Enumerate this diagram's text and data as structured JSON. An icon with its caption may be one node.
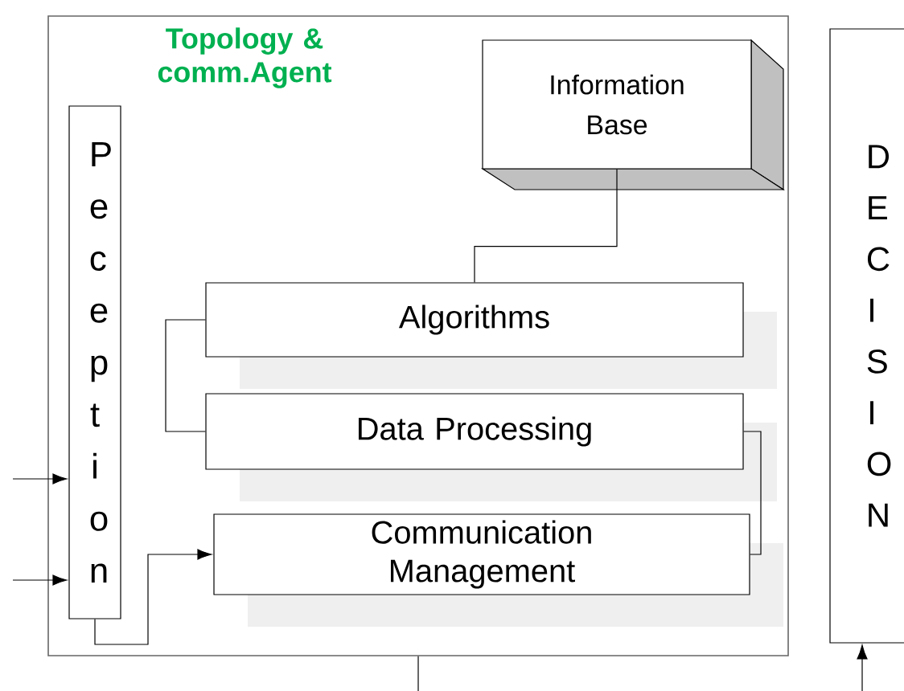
{
  "diagram": {
    "nodes": [
      {
        "text": [
          "Topology & comm.Agent"
        ]
      },
      {
        "text": [
          "Peception"
        ],
        "in": 0
      },
      {
        "text": [
          "Information Base"
        ],
        "in": 0
      },
      {
        "text": [
          "Algorithms"
        ],
        "in": 0
      },
      {
        "text": [
          "Data Processing"
        ],
        "in": 0
      },
      {
        "text": [
          "Communication Management"
        ],
        "in": 0
      },
      {
        "text": [
          "DECISION"
        ]
      }
    ],
    "edges": [
      {
        "from": null,
        "to": 1,
        "arrow": "to"
      },
      {
        "from": null,
        "to": 1,
        "arrow": "to"
      },
      {
        "from": 1,
        "to": 5,
        "arrow": "to"
      },
      {
        "from": 2,
        "to": 3,
        "arrow": "none"
      },
      {
        "from": 3,
        "to": 4,
        "arrow": "none"
      },
      {
        "from": 4,
        "to": 5,
        "arrow": "none"
      },
      {
        "from": 0,
        "to": null,
        "arrow": "none"
      },
      {
        "from": null,
        "to": 6,
        "arrow": "to"
      }
    ]
  }
}
